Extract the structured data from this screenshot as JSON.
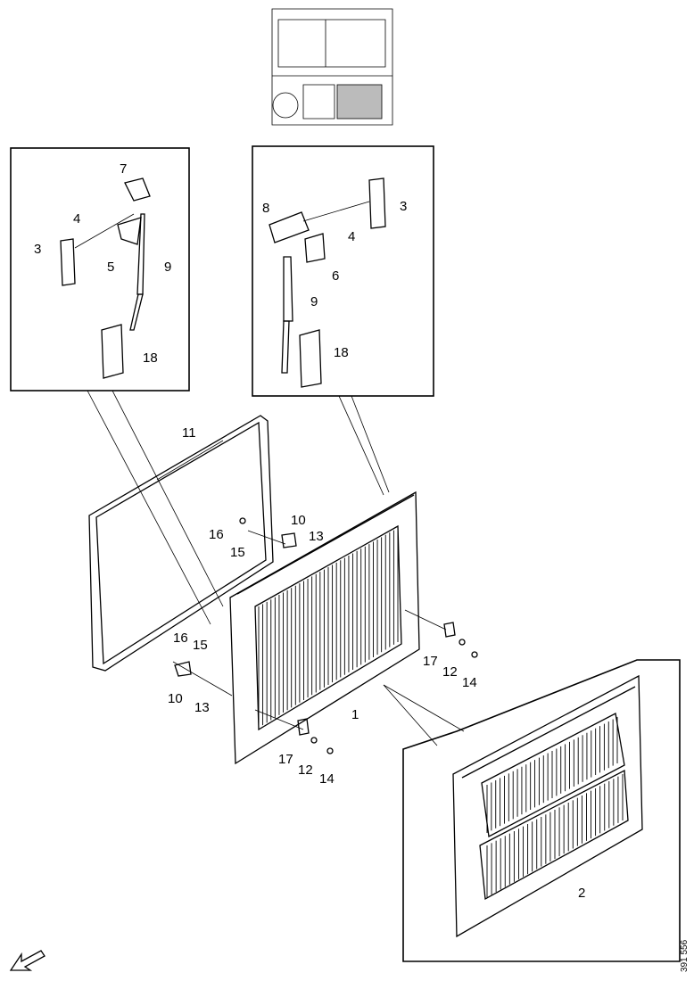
{
  "callouts": {
    "c1": "1",
    "c2": "2",
    "c3a": "3",
    "c3b": "3",
    "c4a": "4",
    "c4b": "4",
    "c5": "5",
    "c6": "6",
    "c7": "7",
    "c8": "8",
    "c9a": "9",
    "c9b": "9",
    "c10a": "10",
    "c10b": "10",
    "c11": "11",
    "c12a": "12",
    "c12b": "12",
    "c13a": "13",
    "c13b": "13",
    "c14a": "14",
    "c14b": "14",
    "c15a": "15",
    "c15b": "15",
    "c16a": "16",
    "c16b": "16",
    "c17a": "17",
    "c17b": "17",
    "c18a": "18",
    "c18b": "18"
  },
  "drawing_number": "391 556",
  "icons": {
    "orientation": "arrow-icon"
  }
}
